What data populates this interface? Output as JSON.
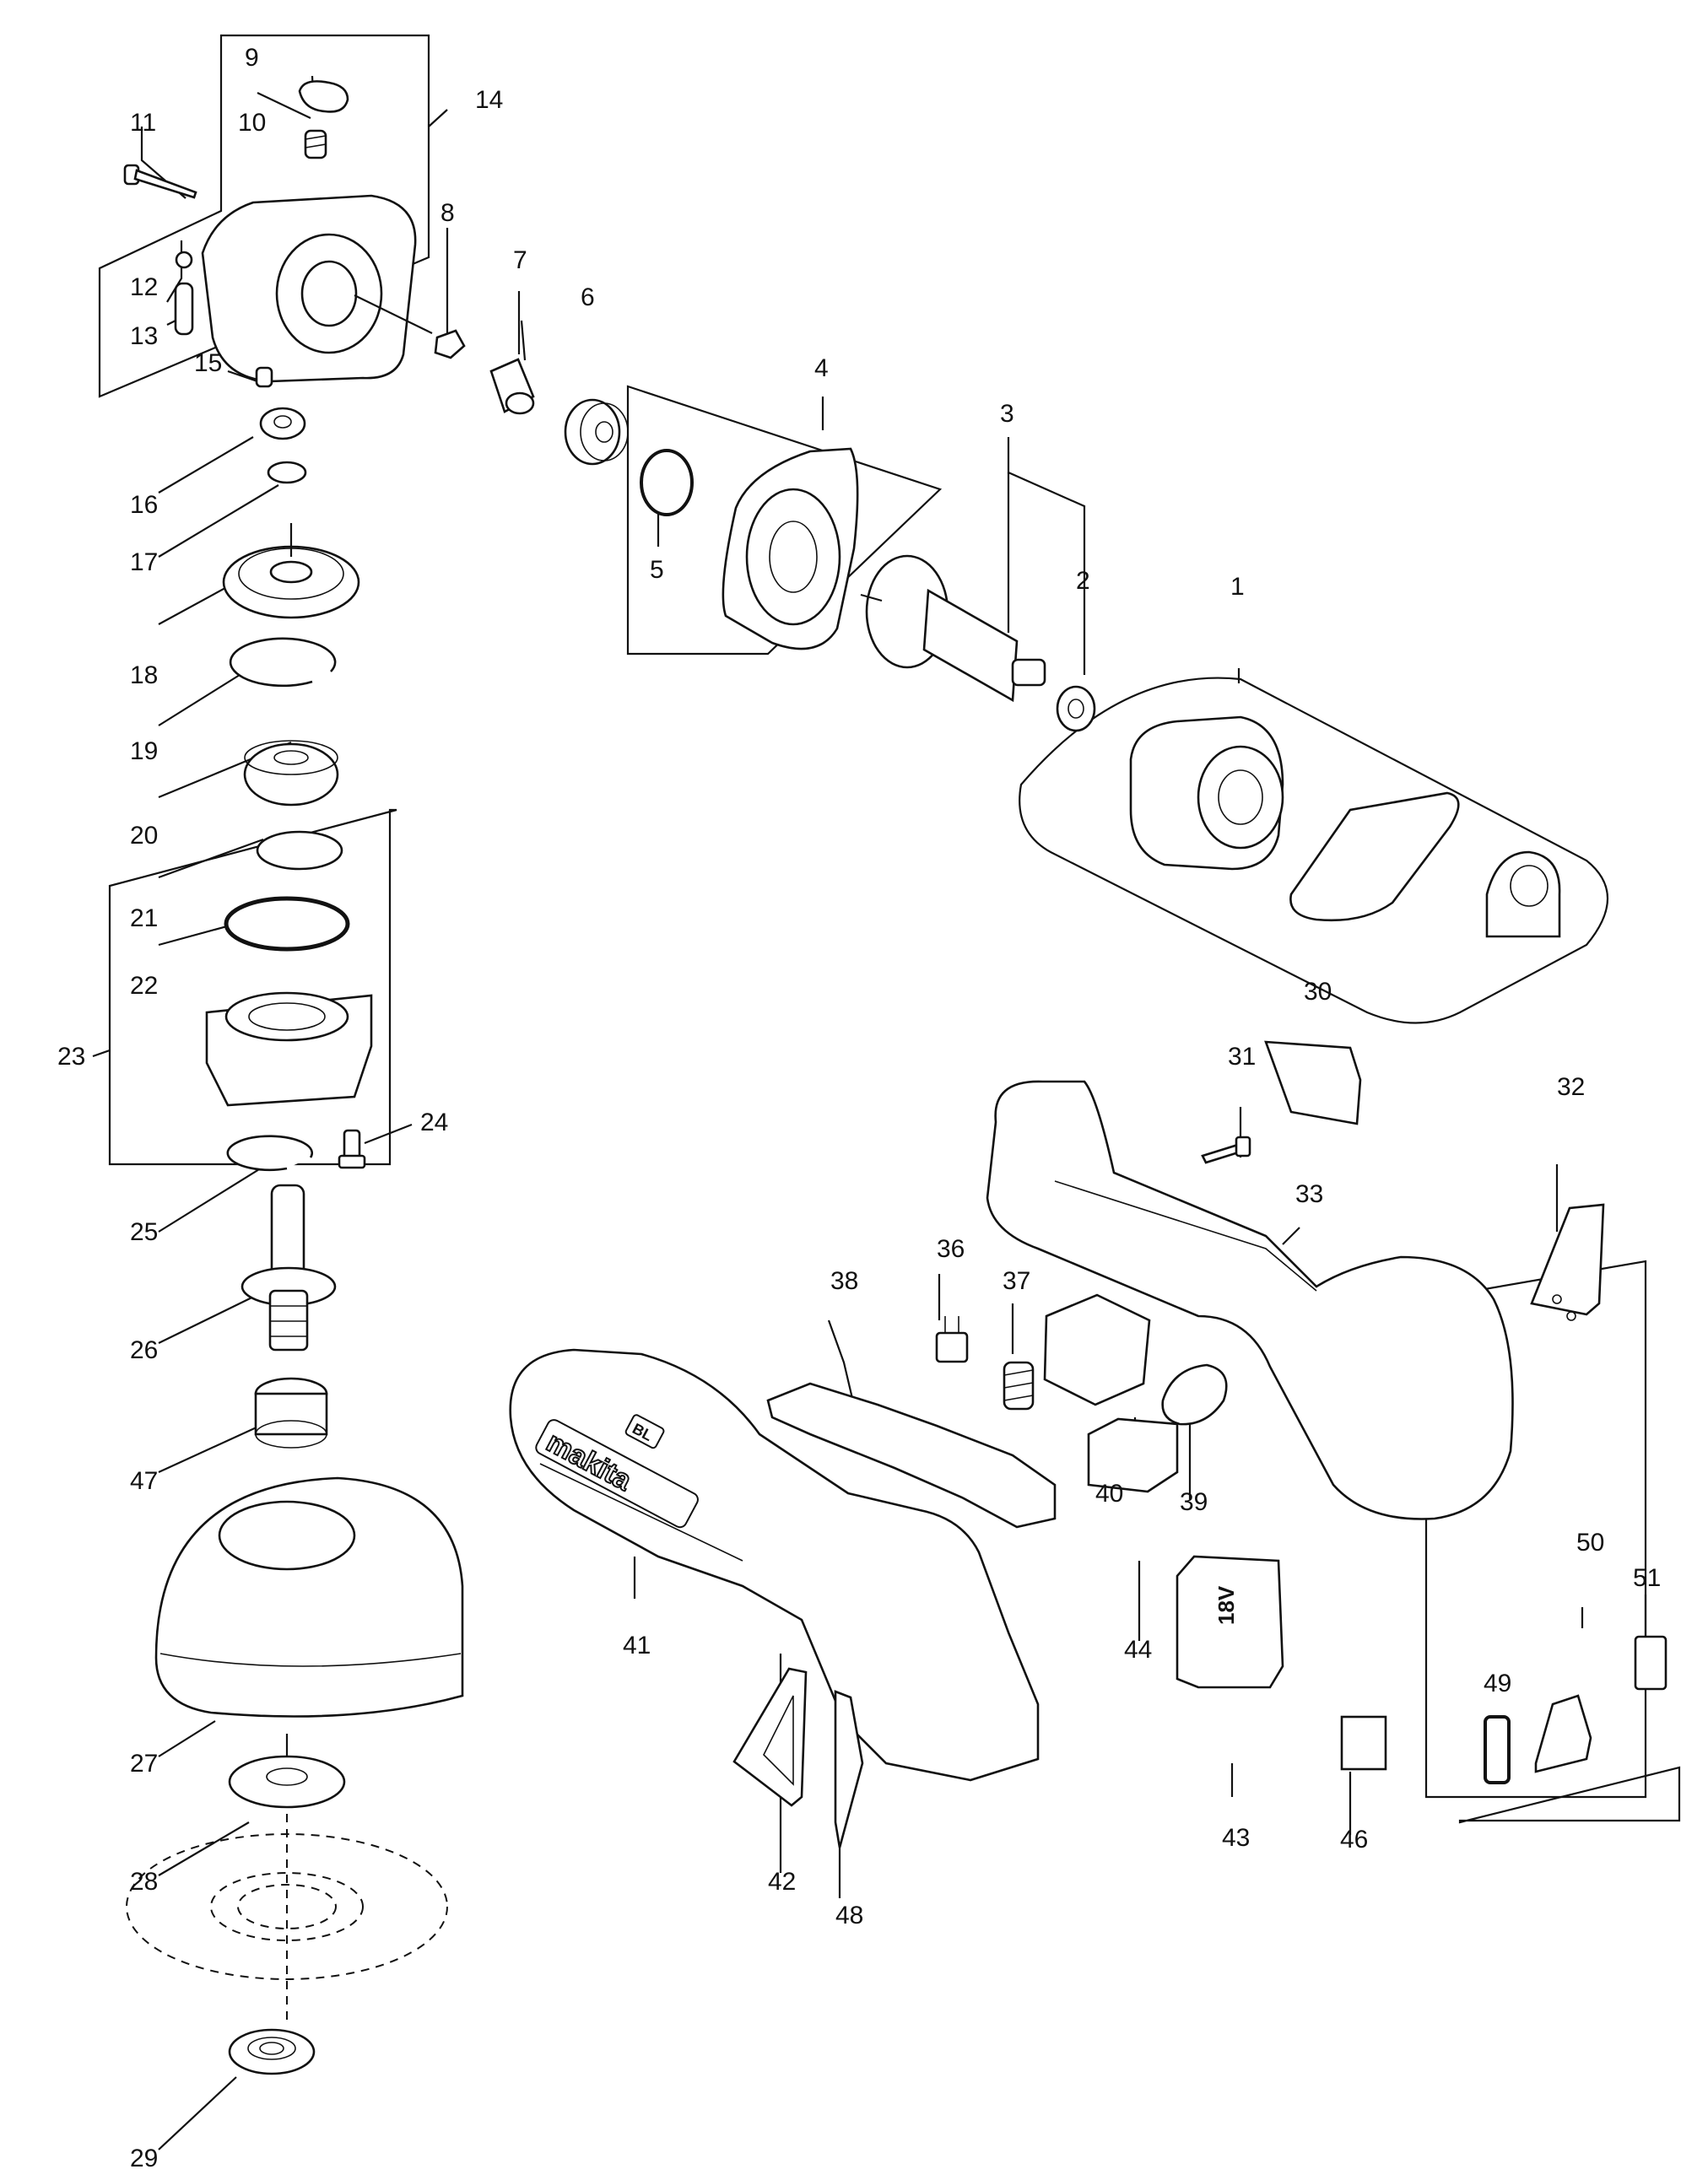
{
  "labels": {
    "p1": "1",
    "p2": "2",
    "p3": "3",
    "p4": "4",
    "p5": "5",
    "p6": "6",
    "p7": "7",
    "p8": "8",
    "p9": "9",
    "p10": "10",
    "p11": "11",
    "p12": "12",
    "p13": "13",
    "p14": "14",
    "p15": "15",
    "p16": "16",
    "p17": "17",
    "p18": "18",
    "p19": "19",
    "p20": "20",
    "p21": "21",
    "p22": "22",
    "p23": "23",
    "p24": "24",
    "p25": "25",
    "p26": "26",
    "p27": "27",
    "p28": "28",
    "p29": "29",
    "p30": "30",
    "p31": "31",
    "p32": "32",
    "p33": "33",
    "p36": "36",
    "p37": "37",
    "p38": "38",
    "p39": "39",
    "p40": "40",
    "p41": "41",
    "p42": "42",
    "p43": "43",
    "p44": "44",
    "p46": "46",
    "p47": "47",
    "p48": "48",
    "p49": "49",
    "p50": "50",
    "p51": "51"
  },
  "branding": {
    "logo": "makita",
    "model_badge": "BL",
    "voltage_badge": "18V"
  }
}
